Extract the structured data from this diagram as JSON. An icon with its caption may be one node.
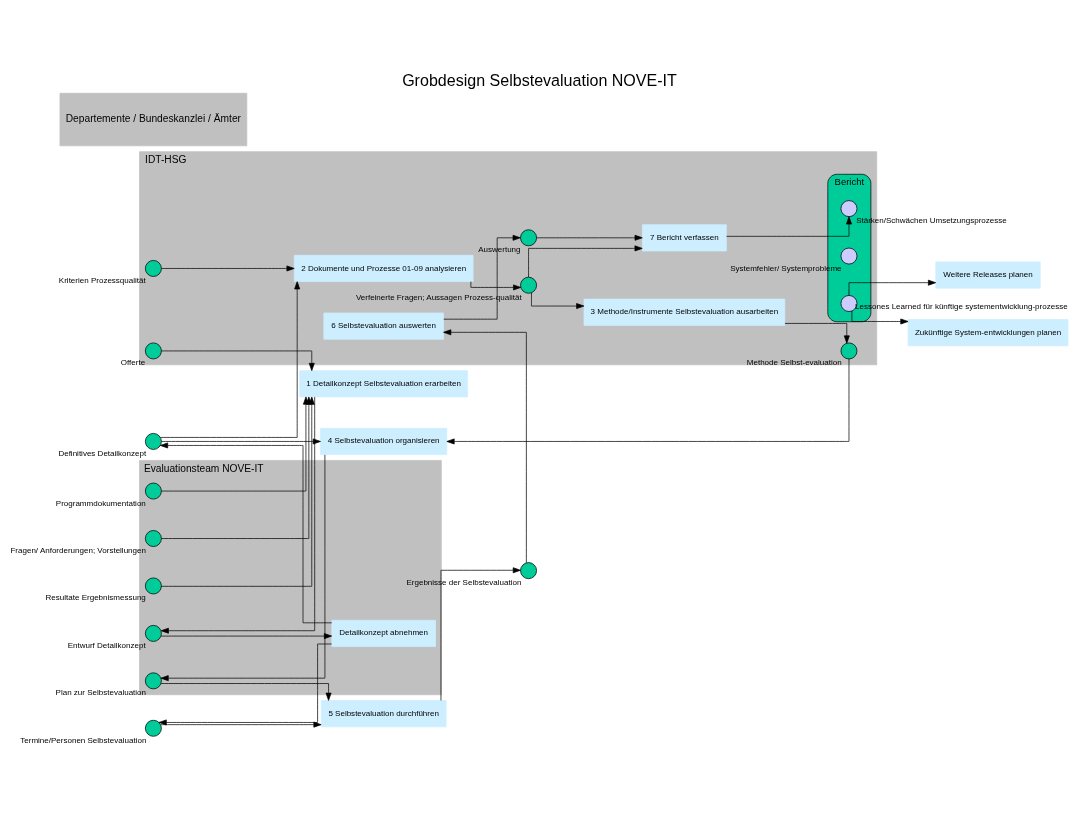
{
  "diagram": {
    "title": "Grobdesign Selbstevaluation NOVE-IT",
    "nodes": [
      {
        "text": [
          "IDT-HSG"
        ]
      },
      {
        "text": [
          "Evaluationsteam NOVE-IT"
        ]
      },
      {
        "text": [
          "Departemente / Bundeskanzlei / Ämter"
        ]
      },
      {
        "text": [],
        "shape": "circle",
        "in": 0,
        "beside": [
          "Kriterien Prozessqualität"
        ]
      },
      {
        "text": [],
        "shape": "circle",
        "in": 0,
        "beside": [
          "Offerte"
        ]
      },
      {
        "text": [
          "2 Dokumente und Prozesse 01-09 analysieren"
        ],
        "in": 0
      },
      {
        "text": [],
        "shape": "circle",
        "in": 0,
        "beside": [
          "Verfeinerte Fragen; Aussagen Prozess-qualität"
        ]
      },
      {
        "text": [
          "3 Methode/Instrumente Selbstevaluation ausarbeiten"
        ],
        "in": 0
      },
      {
        "text": [
          "7 Bericht verfassen"
        ],
        "in": 0
      },
      {
        "text": [],
        "shape": "circle",
        "in": 0,
        "beside": [
          "Methode Selbst-evaluation"
        ]
      },
      {
        "text": [],
        "shape": "circle",
        "in": 0,
        "beside": [
          "Auswertung"
        ]
      },
      {
        "text": [
          "6 Selbstevaluation auswerten"
        ],
        "in": 0
      },
      {
        "text": [],
        "shape": "ellipse",
        "in": 0,
        "beside": [
          "Bericht"
        ]
      },
      {
        "text": [],
        "shape": "circle",
        "in": 12,
        "beside": [
          "Stärken/Schwächen Umsetzungsprozesse"
        ]
      },
      {
        "text": [],
        "shape": "circle",
        "in": 12,
        "beside": [
          "Systemfehler/ Systemprobleme"
        ]
      },
      {
        "text": [],
        "shape": "circle",
        "in": 12,
        "beside": [
          "Lessones Learned für künftige systementwicklung-prozesse"
        ]
      },
      {
        "text": [
          "1 Detailkonzept Selbstevaluation erarbeiten"
        ]
      },
      {
        "text": [],
        "shape": "circle",
        "beside": [
          "Definitives Detailkonzept"
        ]
      },
      {
        "text": [
          "4 Selbstevaluation organisieren"
        ]
      },
      {
        "text": [],
        "shape": "circle",
        "beside": [
          "Ergebnisse der Selbstevaluation"
        ]
      },
      {
        "text": [],
        "shape": "circle",
        "in": 1,
        "beside": [
          "Fragen/ Anforderungen; Vorstellungen"
        ]
      },
      {
        "text": [],
        "shape": "circle",
        "in": 1,
        "beside": [
          "Resultate Ergebnismessung"
        ]
      },
      {
        "text": [],
        "shape": "circle",
        "in": 1,
        "beside": [
          "Programmdokumentation"
        ]
      },
      {
        "text": [],
        "shape": "circle",
        "in": 1,
        "beside": [
          "Entwurf Detailkonzept"
        ]
      },
      {
        "text": [
          "Detailkonzept abnehmen"
        ],
        "in": 1
      },
      {
        "text": [],
        "shape": "circle",
        "in": 1,
        "beside": [
          "Plan zur Selbstevaluation"
        ]
      },
      {
        "text": [],
        "shape": "circle",
        "beside": [
          "Termine/Personen Selbstevaluation"
        ]
      },
      {
        "text": [
          "5 Selbstevaluation durchführen"
        ]
      },
      {
        "text": [
          "Weitere Releases planen"
        ]
      },
      {
        "text": [
          "Zukünftige System-entwicklungen planen"
        ]
      }
    ],
    "edges": [
      {
        "from": 3,
        "to": 5,
        "arrow": "to"
      },
      {
        "from": 4,
        "to": 16,
        "arrow": "to"
      },
      {
        "from": 20,
        "to": 16,
        "arrow": "to"
      },
      {
        "from": 21,
        "to": 16,
        "arrow": "to"
      },
      {
        "from": 22,
        "to": 16,
        "arrow": "to"
      },
      {
        "from": 16,
        "to": 23,
        "arrow": "to"
      },
      {
        "from": 23,
        "to": 24,
        "arrow": "to"
      },
      {
        "from": 24,
        "to": 17,
        "arrow": "to"
      },
      {
        "from": 17,
        "to": 5,
        "arrow": "to"
      },
      {
        "from": 17,
        "to": 18,
        "arrow": "to"
      },
      {
        "from": 24,
        "to": 26,
        "arrow": "to"
      },
      {
        "from": 5,
        "to": 6,
        "arrow": "to"
      },
      {
        "from": 6,
        "to": 7,
        "arrow": "to"
      },
      {
        "from": 6,
        "to": 8,
        "arrow": "to"
      },
      {
        "from": 7,
        "to": 9,
        "arrow": "to"
      },
      {
        "from": 9,
        "to": 18,
        "arrow": "to"
      },
      {
        "from": 18,
        "to": 25,
        "arrow": "to"
      },
      {
        "from": 25,
        "to": 27,
        "arrow": "to"
      },
      {
        "from": 26,
        "to": 27,
        "arrow": "to"
      },
      {
        "from": 27,
        "to": 19,
        "arrow": "to"
      },
      {
        "from": 19,
        "to": 11,
        "arrow": "to"
      },
      {
        "from": 11,
        "to": 10,
        "arrow": "to"
      },
      {
        "from": 10,
        "to": 8,
        "arrow": "to"
      },
      {
        "from": 8,
        "to": 13,
        "arrow": "to"
      },
      {
        "from": 15,
        "to": 28,
        "arrow": "to"
      },
      {
        "from": 15,
        "to": 29,
        "arrow": "to"
      }
    ]
  }
}
